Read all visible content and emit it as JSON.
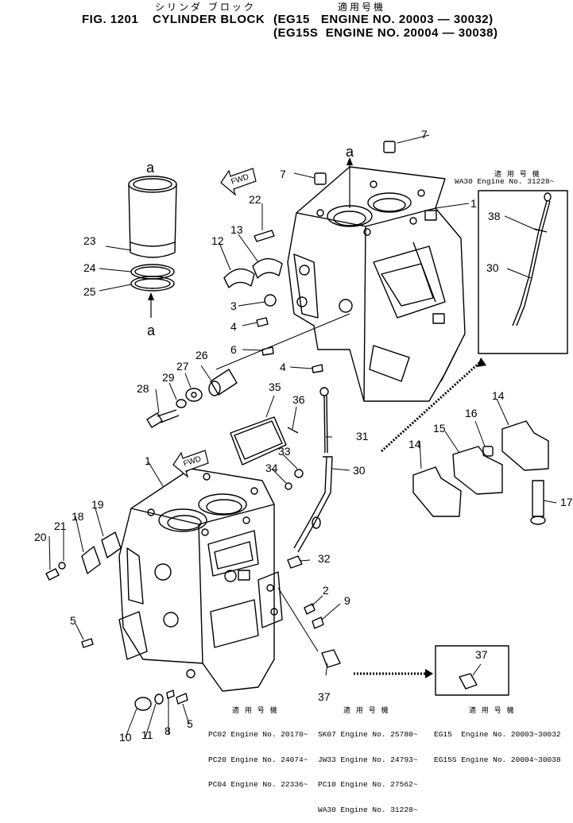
{
  "header": {
    "fig": "FIG. 1201",
    "title": "CYLINDER BLOCK",
    "line1": "(EG15   ENGINE NO. 20003 — 30032)",
    "line2": "(EG15S  ENGINE NO. 20004 — 30038)",
    "kana": "シリンダ ブロック",
    "kanji": "適用号機"
  },
  "inset": {
    "head": "適 用 号 機",
    "note": "WA30 Engine No. 31228~"
  },
  "fwd_marks": [
    "FWD",
    "FWD"
  ],
  "letter_marks": [
    "a",
    "a",
    "a"
  ],
  "callouts": [
    "1",
    "1",
    "2",
    "3",
    "4",
    "4",
    "5",
    "5",
    "6",
    "7",
    "7",
    "8",
    "9",
    "10",
    "11",
    "12",
    "13",
    "14",
    "14",
    "15",
    "16",
    "17",
    "18",
    "19",
    "20",
    "21",
    "22",
    "23",
    "24",
    "25",
    "26",
    "27",
    "28",
    "29",
    "30",
    "30",
    "31",
    "32",
    "33",
    "34",
    "35",
    "36",
    "37",
    "37",
    "38"
  ],
  "applicability": {
    "head": "適 用 号 機",
    "col1": [
      "PC02 Engine No. 20170~",
      "PC20 Engine No. 24074~",
      "PC04 Engine No. 22336~"
    ],
    "col2": [
      "SK07 Engine No. 25780~",
      "JW33 Engine No. 24793~",
      "PC10 Engine No. 27562~",
      "WA30 Engine No. 31228~"
    ],
    "col3": [
      "EG15  Engine No. 20003~30032",
      "EG15S Engine No. 20004~30038"
    ]
  }
}
